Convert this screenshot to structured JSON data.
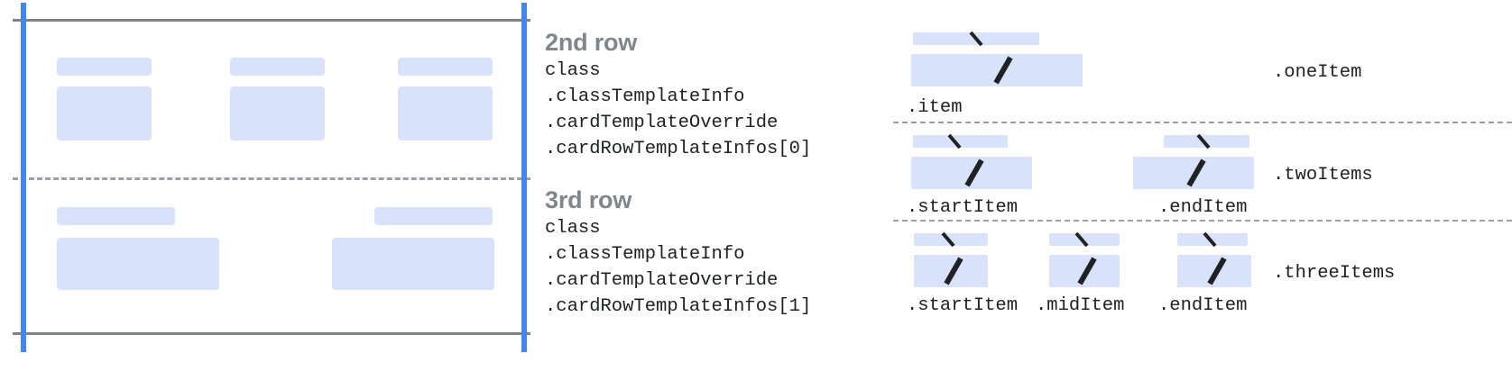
{
  "colors": {
    "chip_fill": "#d8e2fb",
    "accent_blue": "#4285f4",
    "rule_gray": "#808285",
    "dash_gray": "#9aa0a6",
    "title_gray": "#80868b",
    "code_text": "#202124"
  },
  "left_panel": {
    "name": "card-row-layout-preview",
    "rows": [
      {
        "name": "second-row-preview",
        "cells": [
          {
            "title_chip": true,
            "body_chip": true
          },
          {
            "title_chip": true,
            "body_chip": true
          },
          {
            "title_chip": true,
            "body_chip": true
          }
        ]
      },
      {
        "name": "third-row-preview",
        "cells": [
          {
            "title_chip": true,
            "body_chip": true
          },
          {
            "title_chip": true,
            "body_chip": true
          }
        ]
      }
    ]
  },
  "descriptions": [
    {
      "title": "2nd row",
      "lines": [
        "class",
        ".classTemplateInfo",
        ".cardTemplateOverride",
        ".cardRowTemplateInfos[0]"
      ]
    },
    {
      "title": "3rd row",
      "lines": [
        "class",
        ".classTemplateInfo",
        ".cardTemplateOverride",
        ".cardRowTemplateInfos[1]"
      ]
    }
  ],
  "item_groups": [
    {
      "label": ".oneItem",
      "items": [
        {
          "caption": ".item"
        }
      ]
    },
    {
      "label": ".twoItems",
      "items": [
        {
          "caption": ".startItem"
        },
        {
          "caption": ".endItem"
        }
      ]
    },
    {
      "label": ".threeItems",
      "items": [
        {
          "caption": ".startItem"
        },
        {
          "caption": ".midItem"
        },
        {
          "caption": ".endItem"
        }
      ]
    }
  ]
}
